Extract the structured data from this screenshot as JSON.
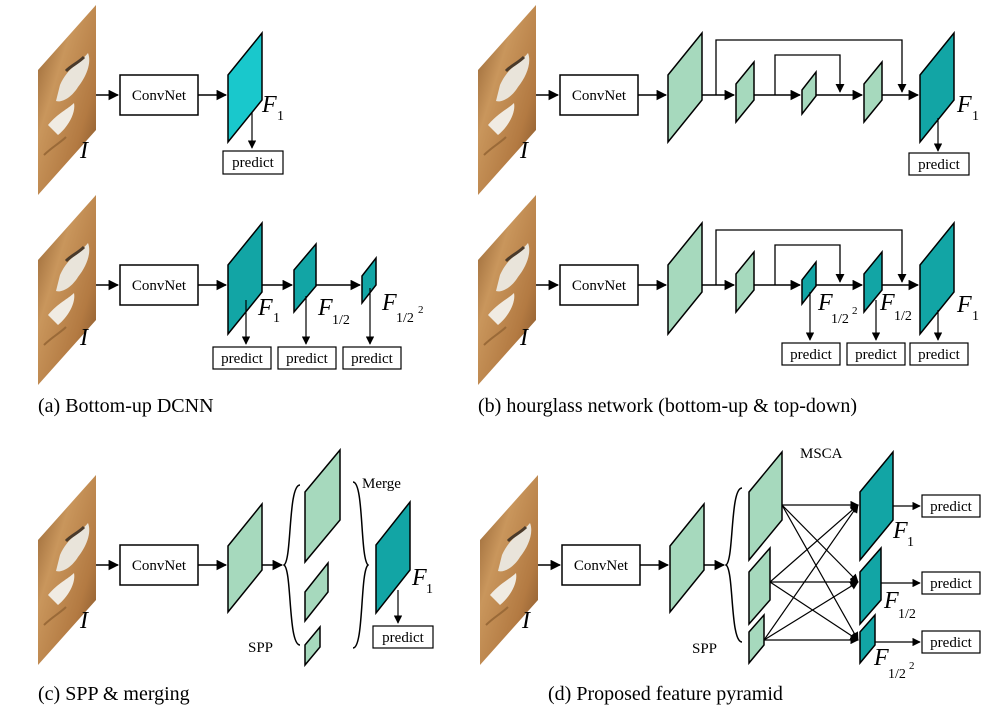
{
  "image_label": "I",
  "convnet_label": "ConvNet",
  "predict_label": "predict",
  "feature_letter": "F",
  "sub_1": "1",
  "sub_half": "1/2",
  "sub_half2_base": "1/2",
  "sub_half2_exp": "2",
  "spp_label": "SPP",
  "merge_label": "Merge",
  "msca_label": "MSCA",
  "captions": {
    "a": "(a) Bottom-up DCNN",
    "b": "(b) hourglass network (bottom-up & top-down)",
    "c": "(c) SPP & merging",
    "d": "(d) Proposed feature pyramid"
  },
  "colors": {
    "cyan": "#19c8cc",
    "teal": "#12a5a5",
    "light_green": "#a6d9bd",
    "stroke": "#000000"
  }
}
